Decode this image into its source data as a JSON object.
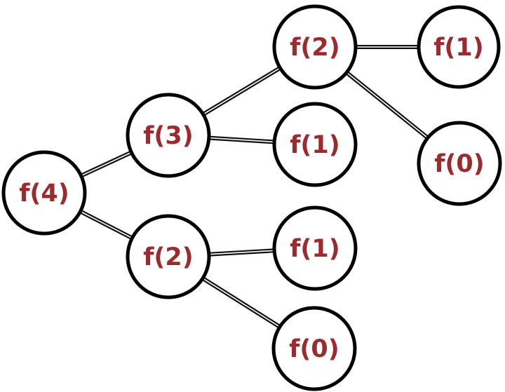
{
  "diagram": {
    "nodes": [
      {
        "id": "n-f4",
        "label": "f(4)"
      },
      {
        "id": "n-f3",
        "label": "f(3)"
      },
      {
        "id": "n-f2a",
        "label": "f(2)"
      },
      {
        "id": "n-f2b",
        "label": "f(2)"
      },
      {
        "id": "n-f1a",
        "label": "f(1)"
      },
      {
        "id": "n-f1b",
        "label": "f(1)"
      },
      {
        "id": "n-f0a",
        "label": "f(0)"
      },
      {
        "id": "n-f1c",
        "label": "f(1)"
      },
      {
        "id": "n-f0b",
        "label": "f(0)"
      }
    ],
    "edges": [
      {
        "from": "n-f4",
        "to": "n-f3"
      },
      {
        "from": "n-f4",
        "to": "n-f2b"
      },
      {
        "from": "n-f3",
        "to": "n-f2a"
      },
      {
        "from": "n-f3",
        "to": "n-f1b"
      },
      {
        "from": "n-f2a",
        "to": "n-f1a"
      },
      {
        "from": "n-f2a",
        "to": "n-f0a"
      },
      {
        "from": "n-f2b",
        "to": "n-f1c"
      },
      {
        "from": "n-f2b",
        "to": "n-f0b"
      }
    ],
    "colors": {
      "label": "#9b2b2e",
      "stroke": "#000000",
      "fill": "#ffffff"
    }
  }
}
